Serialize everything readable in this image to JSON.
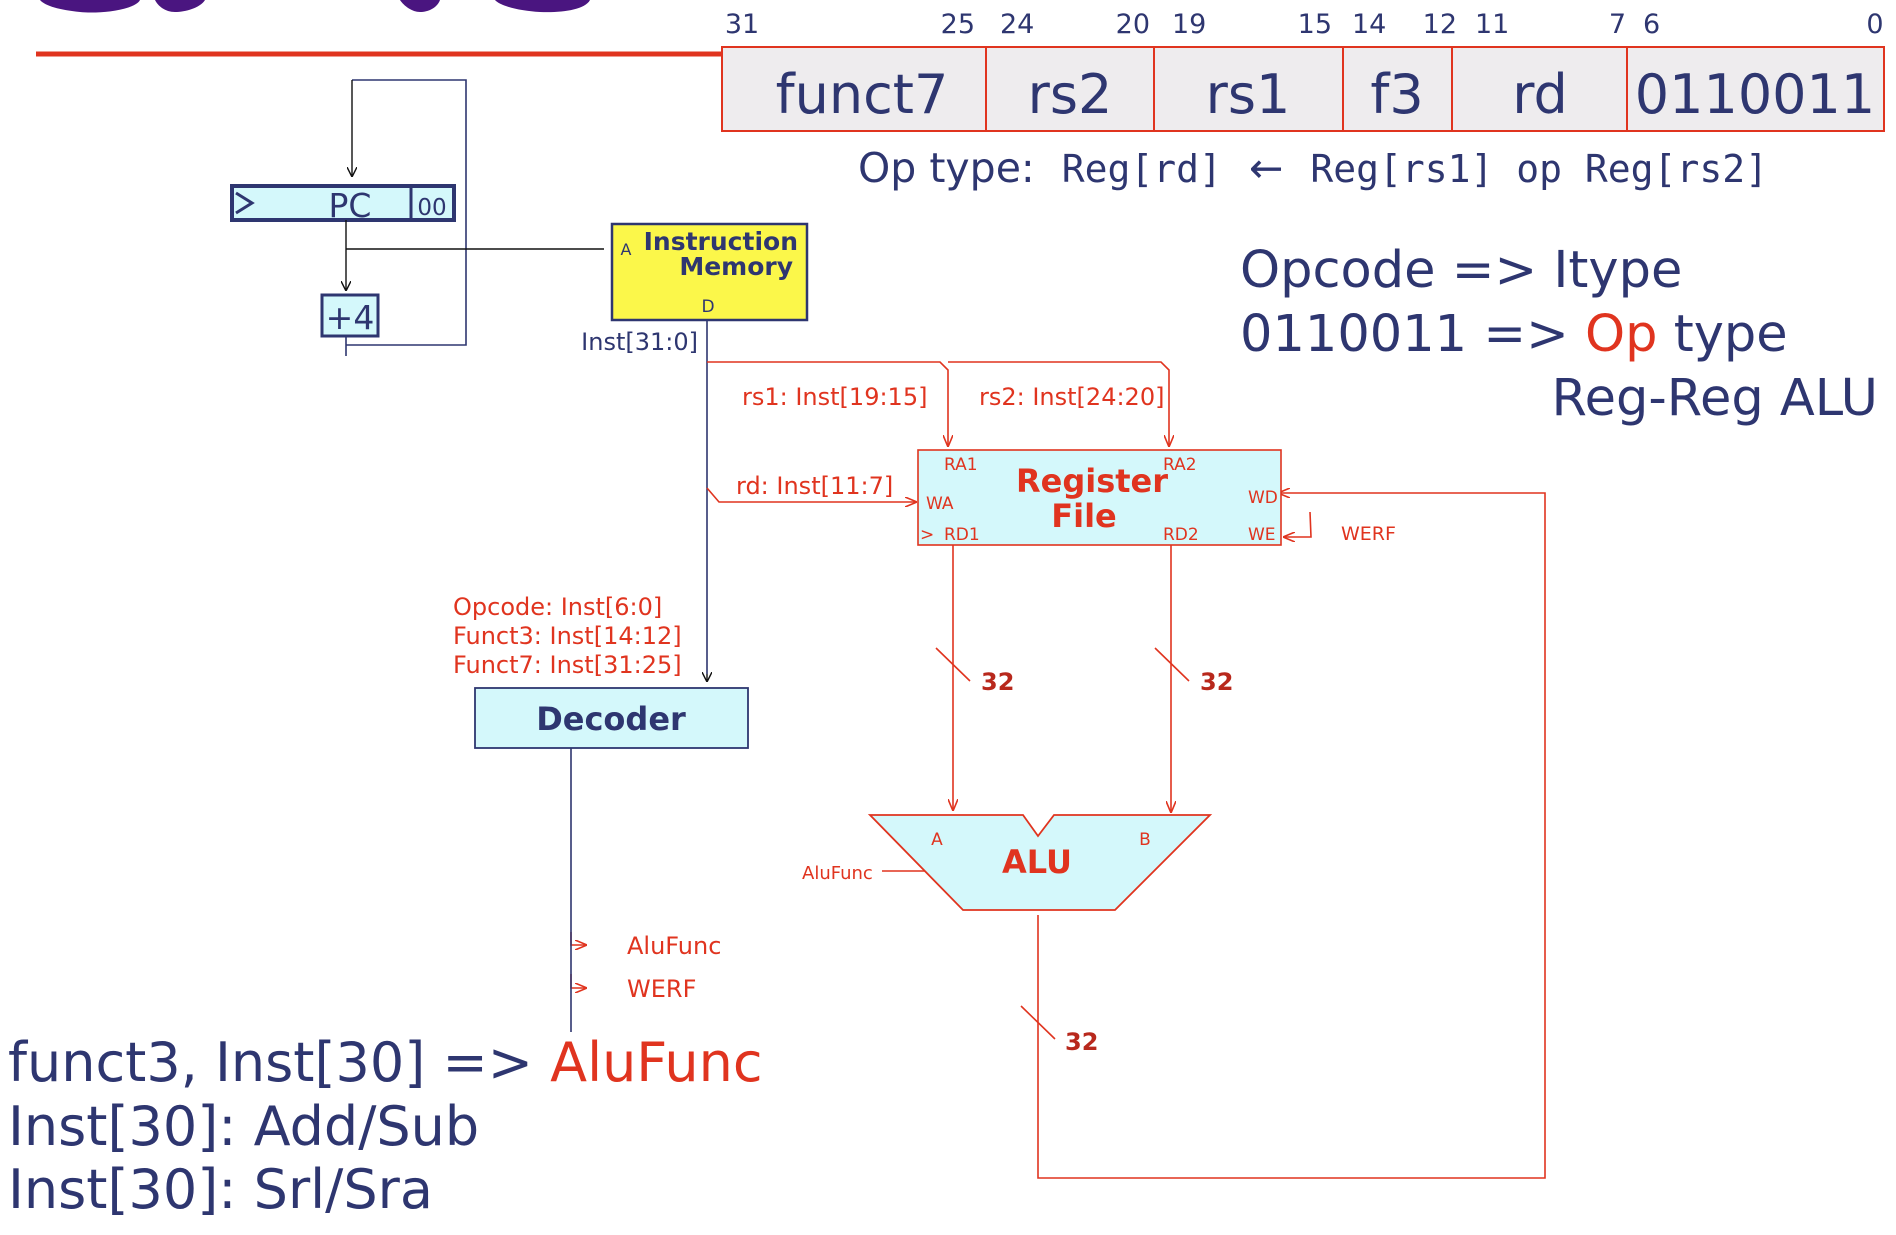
{
  "colors": {
    "navy": "#2e3670",
    "red": "#e0341f",
    "cyan": "#d4f8fb",
    "yellow": "#fbf74a",
    "field_bg": "#eeecee",
    "title_purple": "#4a1580"
  },
  "instruction_format": {
    "bit_labels": [
      "31",
      "25",
      "24",
      "20",
      "19",
      "15",
      "14",
      "12",
      "11",
      "7",
      "6",
      "0"
    ],
    "fields": [
      "funct7",
      "rs2",
      "rs1",
      "f3",
      "rd",
      "0110011"
    ],
    "op_type_label": "Op type:",
    "op_type_expr_1": "Reg[rd]",
    "op_type_arrow": "←",
    "op_type_expr_2": "Reg[rs1] op Reg[rs2]"
  },
  "notes": {
    "line1": "Opcode => Itype",
    "line2_prefix": "0110011 => ",
    "line2_highlight": "Op",
    "line2_suffix": " type",
    "line3": "Reg-Reg ALU"
  },
  "bottom_notes": {
    "line1_prefix": "funct3, Inst[30] => ",
    "line1_highlight": "AluFunc",
    "line2": "Inst[30]: Add/Sub",
    "line3": "Inst[30]: Srl/Sra"
  },
  "pc": {
    "label": "PC",
    "suffix": "00",
    "adder": "+4"
  },
  "imem": {
    "title_line1": "Instruction",
    "title_line2": "Memory",
    "port_a": "A",
    "port_d": "D",
    "output_label": "Inst[31:0]"
  },
  "regfile": {
    "title_line1": "Register",
    "title_line2": "File",
    "ports": {
      "ra1": "RA1",
      "ra2": "RA2",
      "wa": "WA",
      "rd1": "RD1",
      "rd2": "RD2",
      "wd": "WD",
      "we": "WE",
      "clk": ">"
    },
    "rs1_label": "rs1: Inst[19:15]",
    "rs2_label": "rs2: Inst[24:20]",
    "rd_label": "rd: Inst[11:7]",
    "werf_label": "WERF"
  },
  "decoder": {
    "title": "Decoder",
    "in_opcode": "Opcode: Inst[6:0]",
    "in_funct3": "Funct3: Inst[14:12]",
    "in_funct7": "Funct7: Inst[31:25]",
    "out_alufunc": "AluFunc",
    "out_werf": "WERF"
  },
  "alu": {
    "title": "ALU",
    "port_a": "A",
    "port_b": "B",
    "func_label": "AluFunc"
  },
  "bus_widths": {
    "rd1": "32",
    "rd2": "32",
    "alu_out": "32"
  }
}
